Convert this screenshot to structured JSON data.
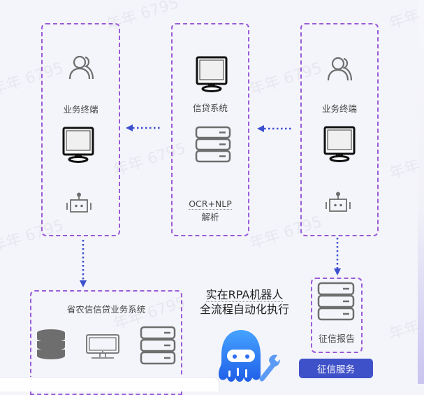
{
  "watermark_text": "年年 6795",
  "columns": [
    {
      "id": "left-terminal",
      "label": "业务终端",
      "icons": [
        "users-icon",
        "monitor-icon",
        "robot-icon"
      ]
    },
    {
      "id": "credit-system",
      "label": "信贷系统",
      "sublabel_line1": "OCR+NLP",
      "sublabel_line2": "解析",
      "icons": [
        "monitor-icon",
        "server-icon"
      ]
    },
    {
      "id": "right-terminal",
      "label": "业务终端",
      "icons": [
        "users-icon",
        "monitor-icon",
        "robot-icon"
      ]
    }
  ],
  "bottom_system": {
    "label": "省农信信贷业务系统",
    "icons": [
      "database-icon",
      "monitor-icon",
      "server-icon"
    ]
  },
  "credit_report": {
    "label": "征信报告",
    "icon": "server-icon"
  },
  "caption": {
    "line1": "实在RPA机器人",
    "line2": "全流程自动化执行"
  },
  "credit_service_button": "征信服务",
  "colors": {
    "dashed_border": "#9b5bd6",
    "arrow": "#3b4fcf",
    "button": "#3f51c8",
    "mascot": "#2f7bf5"
  }
}
